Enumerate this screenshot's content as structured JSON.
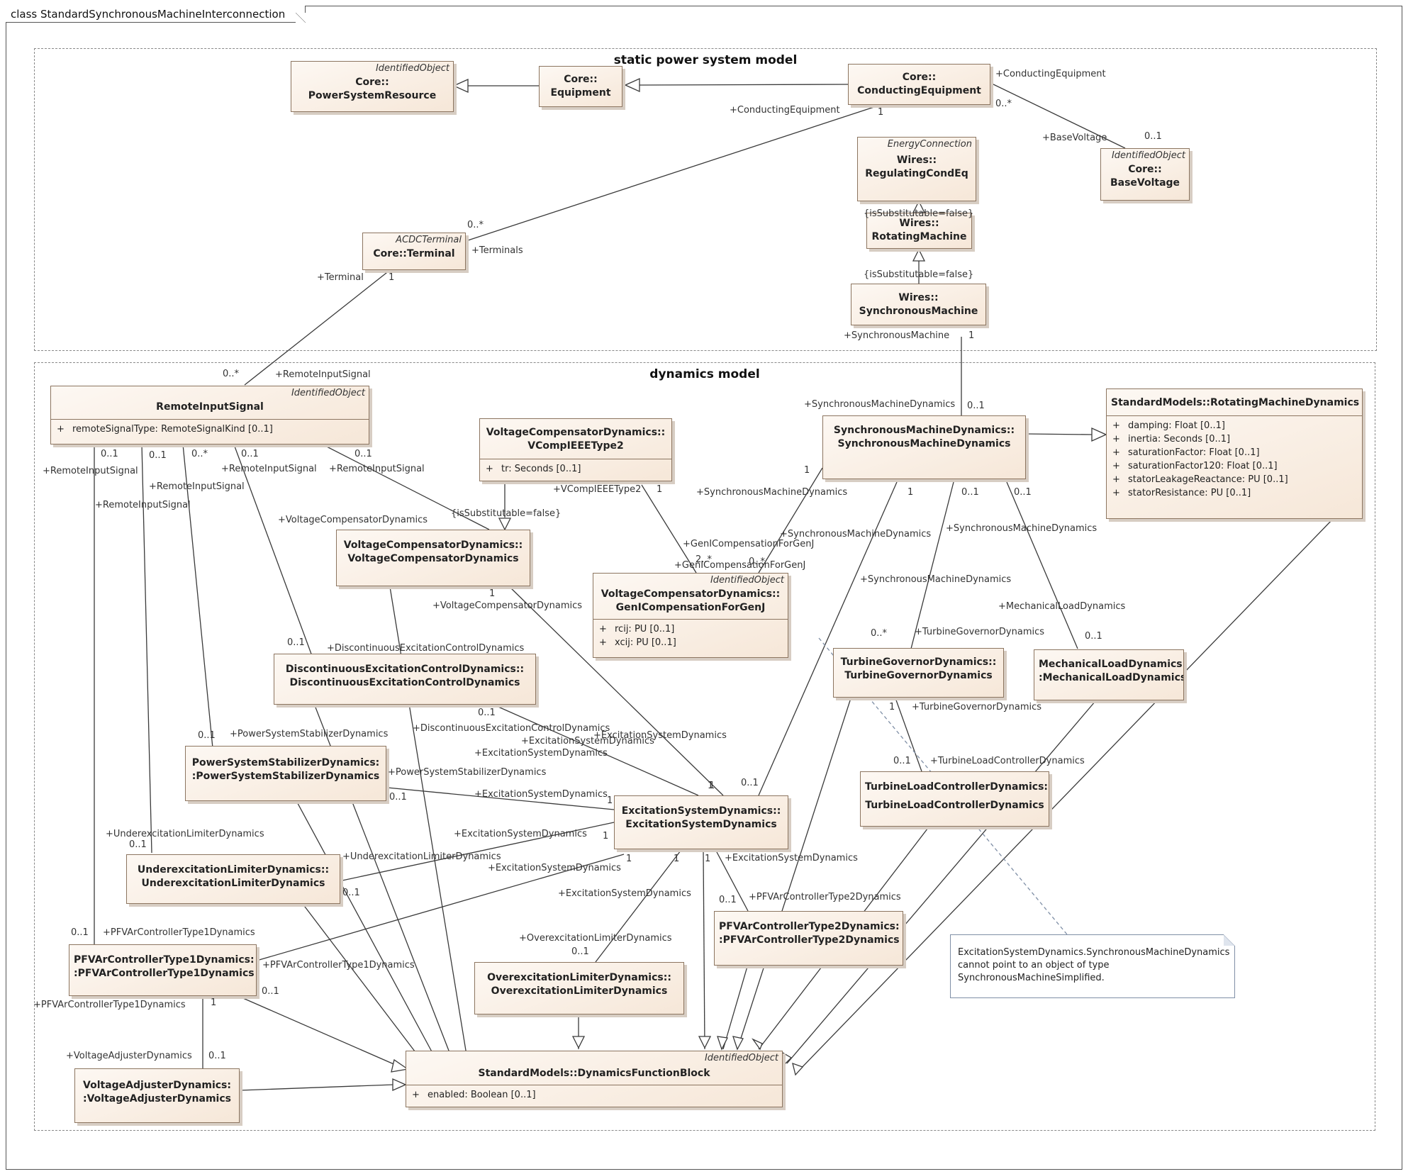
{
  "frame": {
    "title": "class StandardSynchronousMachineInterconnection"
  },
  "packages": {
    "static": {
      "title": "static power system model"
    },
    "dynamics": {
      "title": "dynamics model"
    }
  },
  "classes": {
    "psr": {
      "stereo": "IdentifiedObject",
      "line1": "Core::",
      "line2": "PowerSystemResource"
    },
    "equipment": {
      "line1": "Core::",
      "line2": "Equipment"
    },
    "conducting": {
      "line1": "Core::",
      "line2": "ConductingEquipment"
    },
    "basevoltage": {
      "stereo": "IdentifiedObject",
      "line1": "Core::",
      "line2": "BaseVoltage"
    },
    "regulating": {
      "stereo": "EnergyConnection",
      "line1": "Wires::",
      "line2": "RegulatingCondEq"
    },
    "rotating": {
      "line1": "Wires::",
      "line2": "RotatingMachine"
    },
    "synchronous": {
      "line1": "Wires::",
      "line2": "SynchronousMachine"
    },
    "terminal": {
      "stereo": "ACDCTerminal",
      "line1": "Core::Terminal"
    },
    "remote": {
      "stereo": "IdentifiedObject",
      "line1": "RemoteInputSignal",
      "attrs": [
        {
          "vis": "+",
          "text": "remoteSignalType: RemoteSignalKind [0..1]"
        }
      ]
    },
    "vcomp_type2": {
      "line1": "VoltageCompensatorDynamics::",
      "line2": "VCompIEEEType2",
      "attrs": [
        {
          "vis": "+",
          "text": "tr: Seconds [0..1]"
        }
      ]
    },
    "smd": {
      "line1": "SynchronousMachineDynamics::",
      "line2": "SynchronousMachineDynamics"
    },
    "rmd": {
      "line1": "StandardModels::RotatingMachineDynamics",
      "attrs": [
        {
          "vis": "+",
          "text": "damping: Float [0..1]"
        },
        {
          "vis": "+",
          "text": "inertia: Seconds [0..1]"
        },
        {
          "vis": "+",
          "text": "saturationFactor: Float [0..1]"
        },
        {
          "vis": "+",
          "text": "saturationFactor120: Float [0..1]"
        },
        {
          "vis": "+",
          "text": "statorLeakageReactance: PU [0..1]"
        },
        {
          "vis": "+",
          "text": "statorResistance: PU [0..1]"
        }
      ]
    },
    "vcd": {
      "line1": "VoltageCompensatorDynamics::",
      "line2": "VoltageCompensatorDynamics"
    },
    "genl": {
      "stereo": "IdentifiedObject",
      "line1": "VoltageCompensatorDynamics::",
      "line2": "GenICompensationForGenJ",
      "attrs": [
        {
          "vis": "+",
          "text": "rcij: PU [0..1]"
        },
        {
          "vis": "+",
          "text": "xcij: PU [0..1]"
        }
      ]
    },
    "decd": {
      "line1": "DiscontinuousExcitationControlDynamics::",
      "line2": "DiscontinuousExcitationControlDynamics"
    },
    "tgd": {
      "line1": "TurbineGovernorDynamics::",
      "line2": "TurbineGovernorDynamics"
    },
    "mld": {
      "line1": "MechanicalLoadDynamics:",
      "line2": ":MechanicalLoadDynamics"
    },
    "pssd": {
      "line1": "PowerSystemStabilizerDynamics:",
      "line2": ":PowerSystemStabilizerDynamics"
    },
    "esd": {
      "line1": "ExcitationSystemDynamics::",
      "line2": "ExcitationSystemDynamics"
    },
    "tlcd": {
      "line1": "TurbineLoadControllerDynamics:",
      "line2": "TurbineLoadControllerDynamics"
    },
    "uld": {
      "line1": "UnderexcitationLimiterDynamics::",
      "line2": "UnderexcitationLimiterDynamics"
    },
    "pfvar2": {
      "line1": "PFVArControllerType2Dynamics:",
      "line2": ":PFVArControllerType2Dynamics"
    },
    "pfvar1": {
      "line1": "PFVArControllerType1Dynamics:",
      "line2": ":PFVArControllerType1Dynamics"
    },
    "old": {
      "line1": "OverexcitationLimiterDynamics::",
      "line2": "OverexcitationLimiterDynamics"
    },
    "dfb": {
      "stereo": "IdentifiedObject",
      "line1": "StandardModels::DynamicsFunctionBlock",
      "attrs": [
        {
          "vis": "+",
          "text": "enabled: Boolean [0..1]"
        }
      ]
    },
    "vad": {
      "line1": "VoltageAdjusterDynamics:",
      "line2": ":VoltageAdjusterDynamics"
    }
  },
  "note": {
    "lines": [
      "ExcitationSystemDynamics.SynchronousMachineDynamics",
      "cannot point to an object of type",
      "SynchronousMachineSimplified."
    ]
  },
  "labels": [
    "+ConductingEquipment",
    "0..*",
    "+ConductingEquipment",
    "1",
    "+BaseVoltage",
    "0..1",
    "{isSubstitutable=false}",
    "{isSubstitutable=false}",
    "0..*",
    "+Terminals",
    "+Terminal",
    "1",
    "+SynchronousMachine",
    "1",
    "+SynchronousMachineDynamics",
    "0..1",
    "0..*",
    "+RemoteInputSignal",
    "0..1",
    "+RemoteInputSignal",
    "0..1",
    "+RemoteInputSignal",
    "0..*",
    "+RemoteInputSignal",
    "0..1",
    "+RemoteInputSignal",
    "0..1",
    "+RemoteInputSignal",
    "+VCompIEEEType2",
    "1",
    "{isSubstitutable=false}",
    "+SynchronousMachineDynamics",
    "1",
    "1",
    "0..1",
    "0..1",
    "+SynchronousMachineDynamics",
    "+SynchronousMachineDynamics",
    "+GenICompensationForGenJ",
    "2..*",
    "0..*",
    "+GenICompensationForGenJ",
    "+VoltageCompensatorDynamics",
    "1",
    "+VoltageCompensatorDynamics",
    "+SynchronousMachineDynamics",
    "+MechanicalLoadDynamics",
    "0..1",
    "0..*",
    "+TurbineGovernorDynamics",
    "0..1",
    "+DiscontinuousExcitationControlDynamics",
    "0..1",
    "+DiscontinuousExcitationControlDynamics",
    "0..1",
    "+PowerSystemStabilizerDynamics",
    "+ExcitationSystemDynamics",
    "+ExcitationSystemDynamics",
    "+ExcitationSystemDynamics",
    "1",
    "+TurbineGovernorDynamics",
    "0..1",
    "+TurbineLoadControllerDynamics",
    "+PowerSystemStabilizerDynamics",
    "0..1",
    "+ExcitationSystemDynamics",
    "1",
    "1",
    "1",
    "0..1",
    "+UnderexcitationLimiterDynamics",
    "0..1",
    "+ExcitationSystemDynamics",
    "1",
    "+UnderexcitationLimiterDynamics",
    "+ExcitationSystemDynamics",
    "0..1",
    "1",
    "1",
    "1",
    "+ExcitationSystemDynamics",
    "+ExcitationSystemDynamics",
    "0..1",
    "+PFVArControllerType2Dynamics",
    "0..1",
    "+PFVArControllerType1Dynamics",
    "+OverexcitationLimiterDynamics",
    "0..1",
    "+PFVArControllerType1Dynamics",
    "0..1",
    "+PFVArControllerType1Dynamics",
    "1",
    "+VoltageAdjusterDynamics",
    "0..1"
  ]
}
